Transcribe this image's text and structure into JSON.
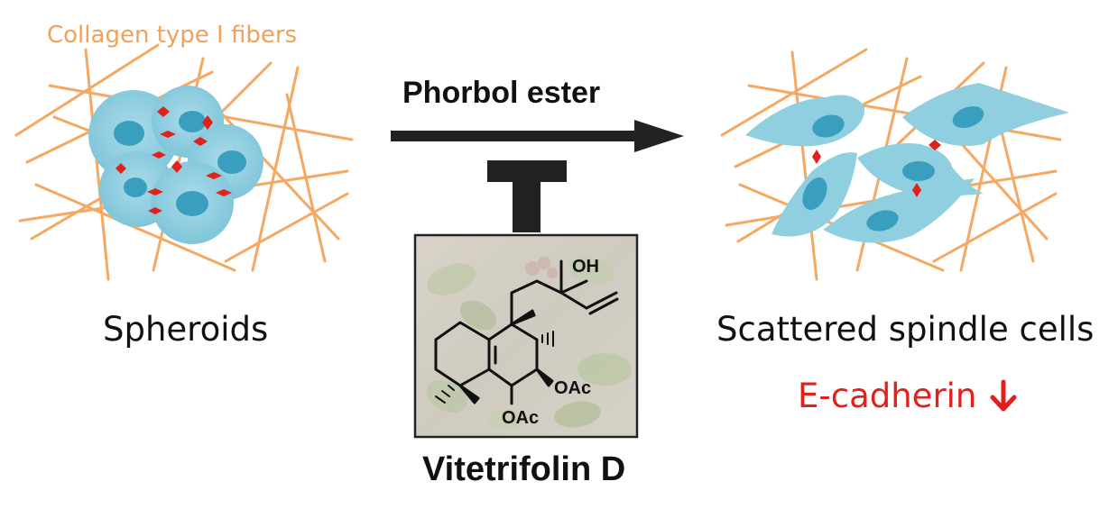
{
  "labels": {
    "collagen": "Collagen type I fibers",
    "phorbol": "Phorbol ester",
    "spheroids": "Spheroids",
    "spindle": "Scattered spindle cells",
    "ecadherin": "E-cadherin",
    "compound": "Vitetrifolin D"
  },
  "structure": {
    "oh": "OH",
    "oac1": "OAc",
    "oac2": "OAc"
  },
  "colors": {
    "fiber": "#f5a862",
    "cell": "#8fcfe0",
    "nucleus": "#3a9fbf",
    "contact": "#e2211c",
    "arrow": "#222222"
  },
  "icons": {
    "down_arrow": "arrow-down-icon"
  }
}
